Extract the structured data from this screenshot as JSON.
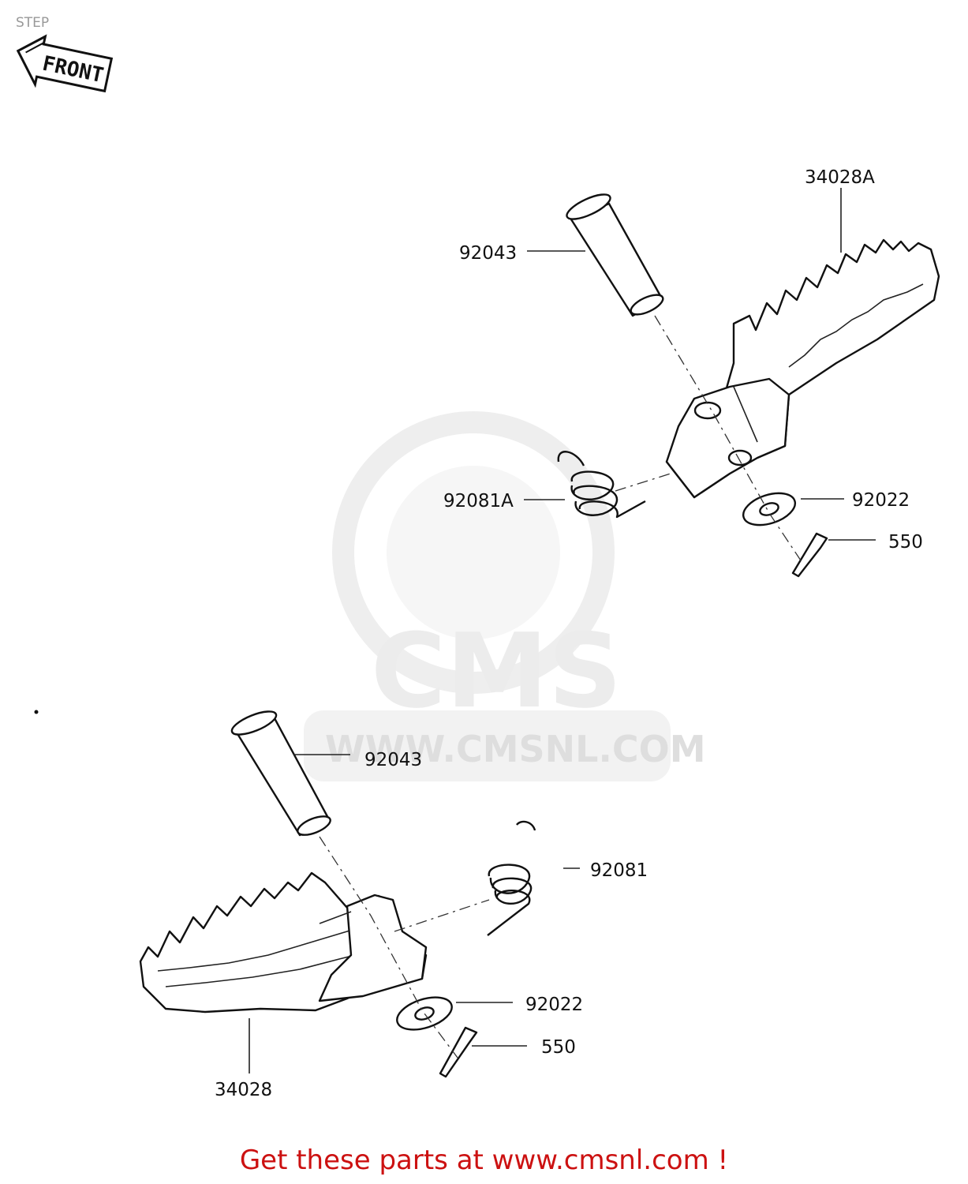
{
  "title": "STEP",
  "front_arrow": "FRONT",
  "watermark": {
    "brand": "CMS",
    "url": "WWW.CMSNL.COM"
  },
  "callouts": {
    "upper_step": "34028A",
    "upper_pin": "92043",
    "upper_spring": "92081A",
    "upper_washer": "92022",
    "upper_cotter": "550",
    "lower_pin": "92043",
    "lower_spring": "92081",
    "lower_washer": "92022",
    "lower_cotter": "550",
    "lower_step": "34028"
  },
  "footer": "Get these parts at www.cmsnl.com !",
  "colors": {
    "footer": "#cc1111",
    "watermark": "#e6e6e6"
  }
}
